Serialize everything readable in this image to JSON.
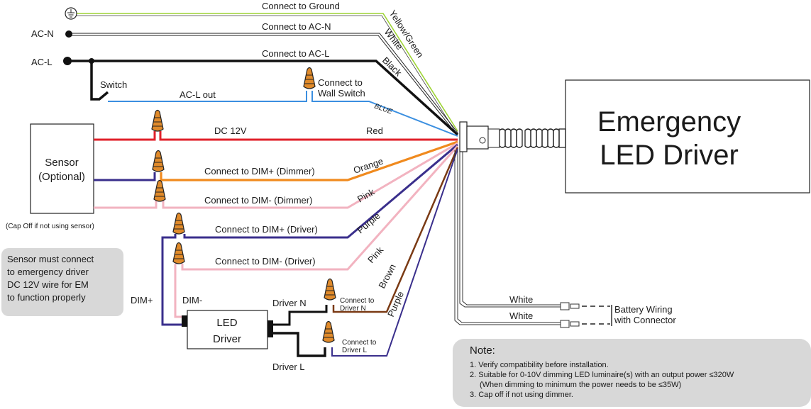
{
  "ground_label": "Connect to Ground",
  "ac_n": {
    "terminal": "AC-N",
    "label": "Connect to AC-N"
  },
  "ac_l": {
    "terminal": "AC-L",
    "label": "Connect to AC-L"
  },
  "switch_label": "Switch",
  "acl_out_label": "AC-L out",
  "wall_switch": {
    "line1": "Connect to",
    "line2": "Wall Switch"
  },
  "wire_colors": {
    "yellow_green": "Yellow/Green",
    "white": "White",
    "black": "Black",
    "blue": "BLUE",
    "red": "Red",
    "orange": "Orange",
    "pink1": "Pink",
    "purple1": "Purple",
    "pink2": "Pink",
    "brown": "Brown",
    "purple2": "Purple"
  },
  "dc12v_label": "DC 12V",
  "dim_plus_dimmer": "Connect to DIM+ (Dimmer)",
  "dim_minus_dimmer": "Connect to DIM- (Dimmer)",
  "dim_plus_driver": "Connect to DIM+ (Driver)",
  "dim_minus_driver": "Connect to DIM- (Driver)",
  "sensor": {
    "line1": "Sensor",
    "line2": "(Optional)",
    "cap_off": "(Cap Off if not using sensor)"
  },
  "sensor_note": {
    "line1": "Sensor must connect",
    "line2": "to emergency driver",
    "line3": "DC 12V wire for EM",
    "line4": "to function properly"
  },
  "dim_plus": "DIM+",
  "dim_minus": "DIM-",
  "led_driver": {
    "line1": "LED",
    "line2": "Driver"
  },
  "driver_n": {
    "label": "Driver N",
    "connect1": "Connect to",
    "connect2": "Driver N"
  },
  "driver_l": {
    "label": "Driver L",
    "connect1": "Connect to",
    "connect2": "Driver L"
  },
  "emergency": {
    "line1": "Emergency",
    "line2": "LED Driver"
  },
  "battery": {
    "white1": "White",
    "white2": "White",
    "line1": "Battery Wiring",
    "line2": "with Connector"
  },
  "note": {
    "title": "Note:",
    "line1": "1. Verify compatibility before installation.",
    "line2": "2. Suitable for 0-10V dimming LED luminaire(s) with an output power ≤320W",
    "line3": "(When dimming to minimum the power needs to be ≤35W)",
    "line4": "3. Cap off if not using dimmer."
  },
  "colors": {
    "yellow_green": "#9ed435",
    "blue": "#3b8fe0",
    "red": "#e0202a",
    "orange": "#f08a1e",
    "pink": "#f2b3c0",
    "purple": "#3a2f8c",
    "brown": "#7a3a14",
    "nut": "#e08a2a",
    "note_bg": "#d8d8d8"
  }
}
